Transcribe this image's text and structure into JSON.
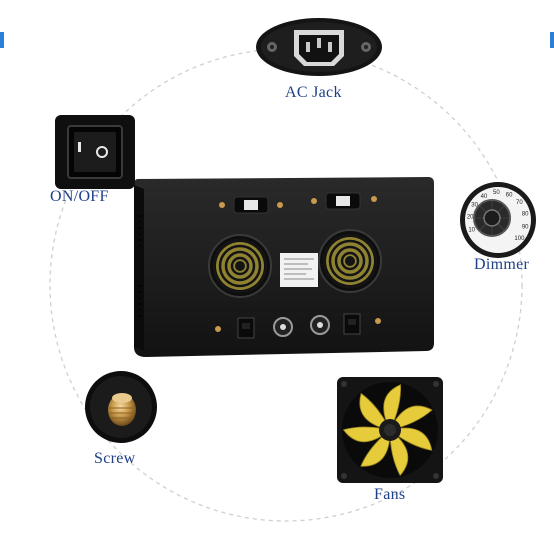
{
  "labels": {
    "ac_jack": "AC Jack",
    "on_off": "ON/OFF",
    "dimmer": "Dimmer",
    "screw": "Screw",
    "fans": "Fans"
  },
  "colors": {
    "label_text": "#1f3f88",
    "dashed_circle": "#c8c8c8",
    "panel_body": "#1d1d1d",
    "fan_blade": "#e6cc3a",
    "screw_brass": "#c99a4b",
    "edge_accent": "#2b7fd6"
  },
  "dimmer_scale": [
    "10",
    "20",
    "30",
    "40",
    "50",
    "60",
    "70",
    "80",
    "90",
    "100"
  ],
  "icons": {
    "ac_jack": "power-socket-icon",
    "on_off": "rocker-switch-icon",
    "dimmer": "dimmer-knob-icon",
    "screw": "brass-screw-icon",
    "fans": "cooling-fan-icon"
  }
}
